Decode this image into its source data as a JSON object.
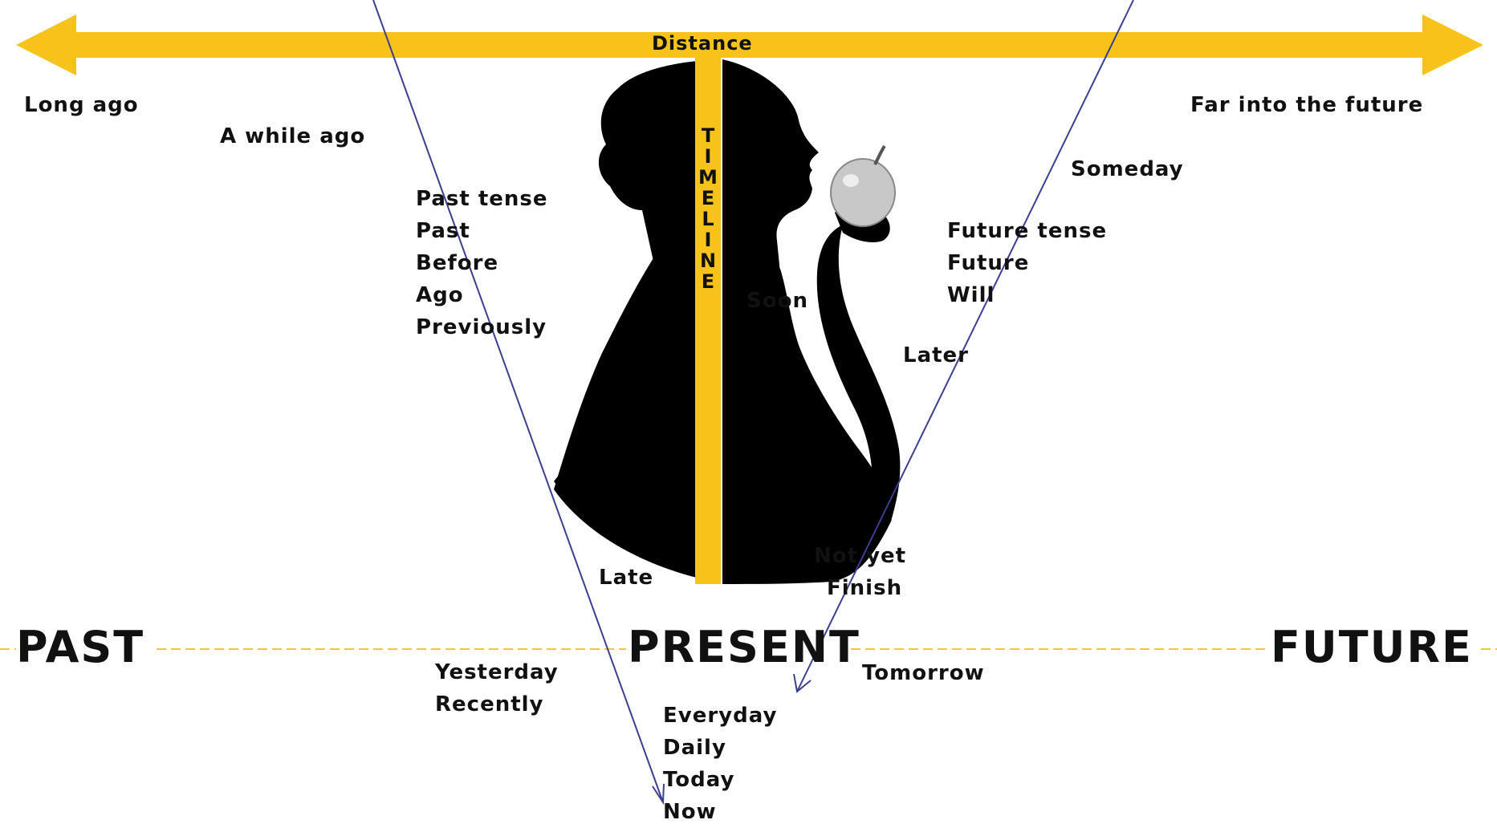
{
  "colors": {
    "accent": "#f7c21a",
    "dash": "#f0c93a",
    "ink": "#111111",
    "silhouette": "#000000",
    "pointer": "#3b3f8f",
    "apple": "#c8c8c8"
  },
  "top_axis": {
    "label": "Distance",
    "left_end": "Long ago",
    "right_end": "Far into the future"
  },
  "vertical_axis": {
    "label": "TIMELINE",
    "letters": [
      "T",
      "I",
      "M",
      "E",
      "L",
      "I",
      "N",
      "E"
    ]
  },
  "baseline": {
    "past": "PAST",
    "present": "PRESENT",
    "future": "FUTURE"
  },
  "words": {
    "a_while_ago": "A while ago",
    "someday": "Someday",
    "past_group": [
      "Past tense",
      "Past",
      "Before",
      "Ago",
      "Previously"
    ],
    "future_group": [
      "Future tense",
      "Future",
      "Will"
    ],
    "soon": "Soon",
    "later": "Later",
    "late": "Late",
    "not_yet_group": [
      "Not yet",
      "Finish"
    ],
    "yesterday_group": [
      "Yesterday",
      "Recently"
    ],
    "tomorrow": "Tomorrow",
    "present_group": [
      "Everyday",
      "Daily",
      "Today",
      "Now"
    ]
  },
  "icons": [
    "double-arrow-icon",
    "woman-silhouette-icon",
    "apple-icon",
    "pointer-arrow-icon"
  ]
}
